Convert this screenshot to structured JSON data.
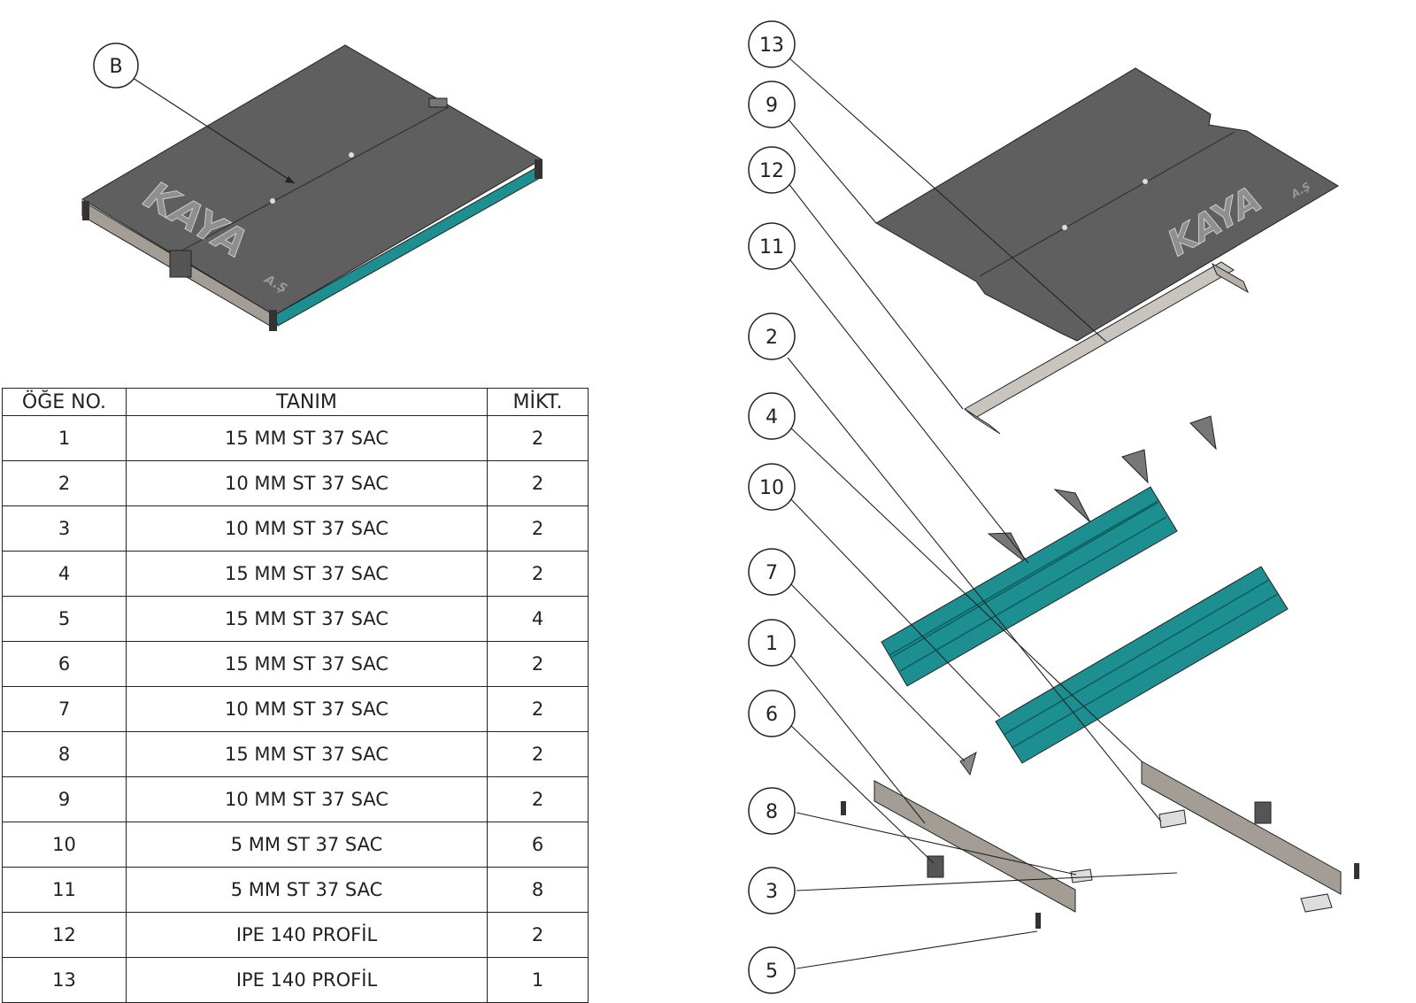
{
  "assembly_view": {
    "detail_label": "B",
    "brand": "KAYA",
    "brand_suffix": "A.Ş"
  },
  "exploded_view": {
    "brand": "KAYA",
    "brand_suffix": "A.Ş",
    "balloons": [
      "13",
      "9",
      "12",
      "11",
      "2",
      "4",
      "10",
      "7",
      "1",
      "6",
      "8",
      "3",
      "5"
    ]
  },
  "bom": {
    "headers": {
      "item_no": "ÖĞE NO.",
      "description": "TANIM",
      "quantity": "MİKT."
    },
    "rows": [
      {
        "item_no": "1",
        "description": "15 MM ST 37 SAC",
        "quantity": "2"
      },
      {
        "item_no": "2",
        "description": "10 MM ST 37 SAC",
        "quantity": "2"
      },
      {
        "item_no": "3",
        "description": "10 MM ST 37 SAC",
        "quantity": "2"
      },
      {
        "item_no": "4",
        "description": "15 MM ST 37 SAC",
        "quantity": "2"
      },
      {
        "item_no": "5",
        "description": "15 MM ST 37 SAC",
        "quantity": "4"
      },
      {
        "item_no": "6",
        "description": "15 MM ST 37 SAC",
        "quantity": "2"
      },
      {
        "item_no": "7",
        "description": "10 MM ST 37 SAC",
        "quantity": "2"
      },
      {
        "item_no": "8",
        "description": "15 MM ST 37 SAC",
        "quantity": "2"
      },
      {
        "item_no": "9",
        "description": "10 MM ST 37 SAC",
        "quantity": "2"
      },
      {
        "item_no": "10",
        "description": "5 MM ST 37 SAC",
        "quantity": "6"
      },
      {
        "item_no": "11",
        "description": "5 MM ST 37 SAC",
        "quantity": "8"
      },
      {
        "item_no": "12",
        "description": "IPE 140 PROFİL",
        "quantity": "2"
      },
      {
        "item_no": "13",
        "description": "IPE 140 PROFİL",
        "quantity": "1"
      }
    ]
  },
  "colors": {
    "plate": "#5f5f5f",
    "frame": "#a39d96",
    "teal": "#1e8f90",
    "line": "#222222"
  }
}
